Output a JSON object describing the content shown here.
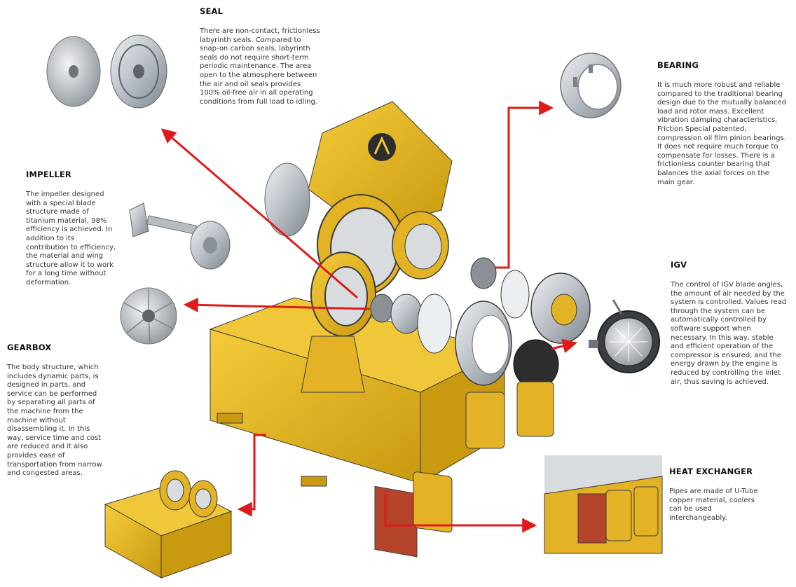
{
  "sections": {
    "seal": {
      "title": "SEAL",
      "body": "There are non-contact, frictionless labyrinth seals. Compared to snap-on carbon seals, labyrinth seals do not require short-term periodic maintenance. The area open to the atmosphere between the air and oil seals provides 100% oil-free air in all operating conditions from full load to idling."
    },
    "bearing": {
      "title": "BEARING",
      "body": "It is much more robust and reliable compared to the traditional bearing design due to the mutually balanced load and rotor mass. Excellent vibration damping characteristics, Friction Special patented, compression oil film pinion bearings. It does not require much torque to compensate for losses. There is a frictionless counter bearing that balances the axial forces on the main gear."
    },
    "impeller": {
      "title": "IMPELLER",
      "body": "The impeller designed with a special blade structure made of titanium material, 98% efficiency is achieved. In addition to its contribution to efficiency, the material and wing structure allow it to work for a long time without deformation."
    },
    "igv": {
      "title": "IGV",
      "body": "The control of IGV blade angles, the amount of air needed by the system is controlled. Values read through the system can be automatically controlled by software support when necessary. In this way, stable and efficient operation of the compressor is ensured, and the energy drawn by the engine is reduced by controlling the inlet air, thus saving is achieved."
    },
    "gearbox": {
      "title": "GEARBOX",
      "body": "The body structure, which includes dynamic parts, is designed in parts, and service can be performed by separating all parts of the machine from the machine without disassembling it. In this way, service time and cost are reduced and it also provides ease of transportation from narrow and congested areas."
    },
    "heat_exchanger": {
      "title": "HEAT EXCHANGER",
      "body": "Pipes are made of U-Tube copper material, coolers can be used interchangeably."
    }
  },
  "colors": {
    "machine_yellow": "#E8B923",
    "machine_dark": "#9C7A12",
    "steel": "#C8CDD2",
    "steel_dark": "#8A9096",
    "pointer_red": "#E01A1A",
    "plate_red": "#B5452A"
  }
}
